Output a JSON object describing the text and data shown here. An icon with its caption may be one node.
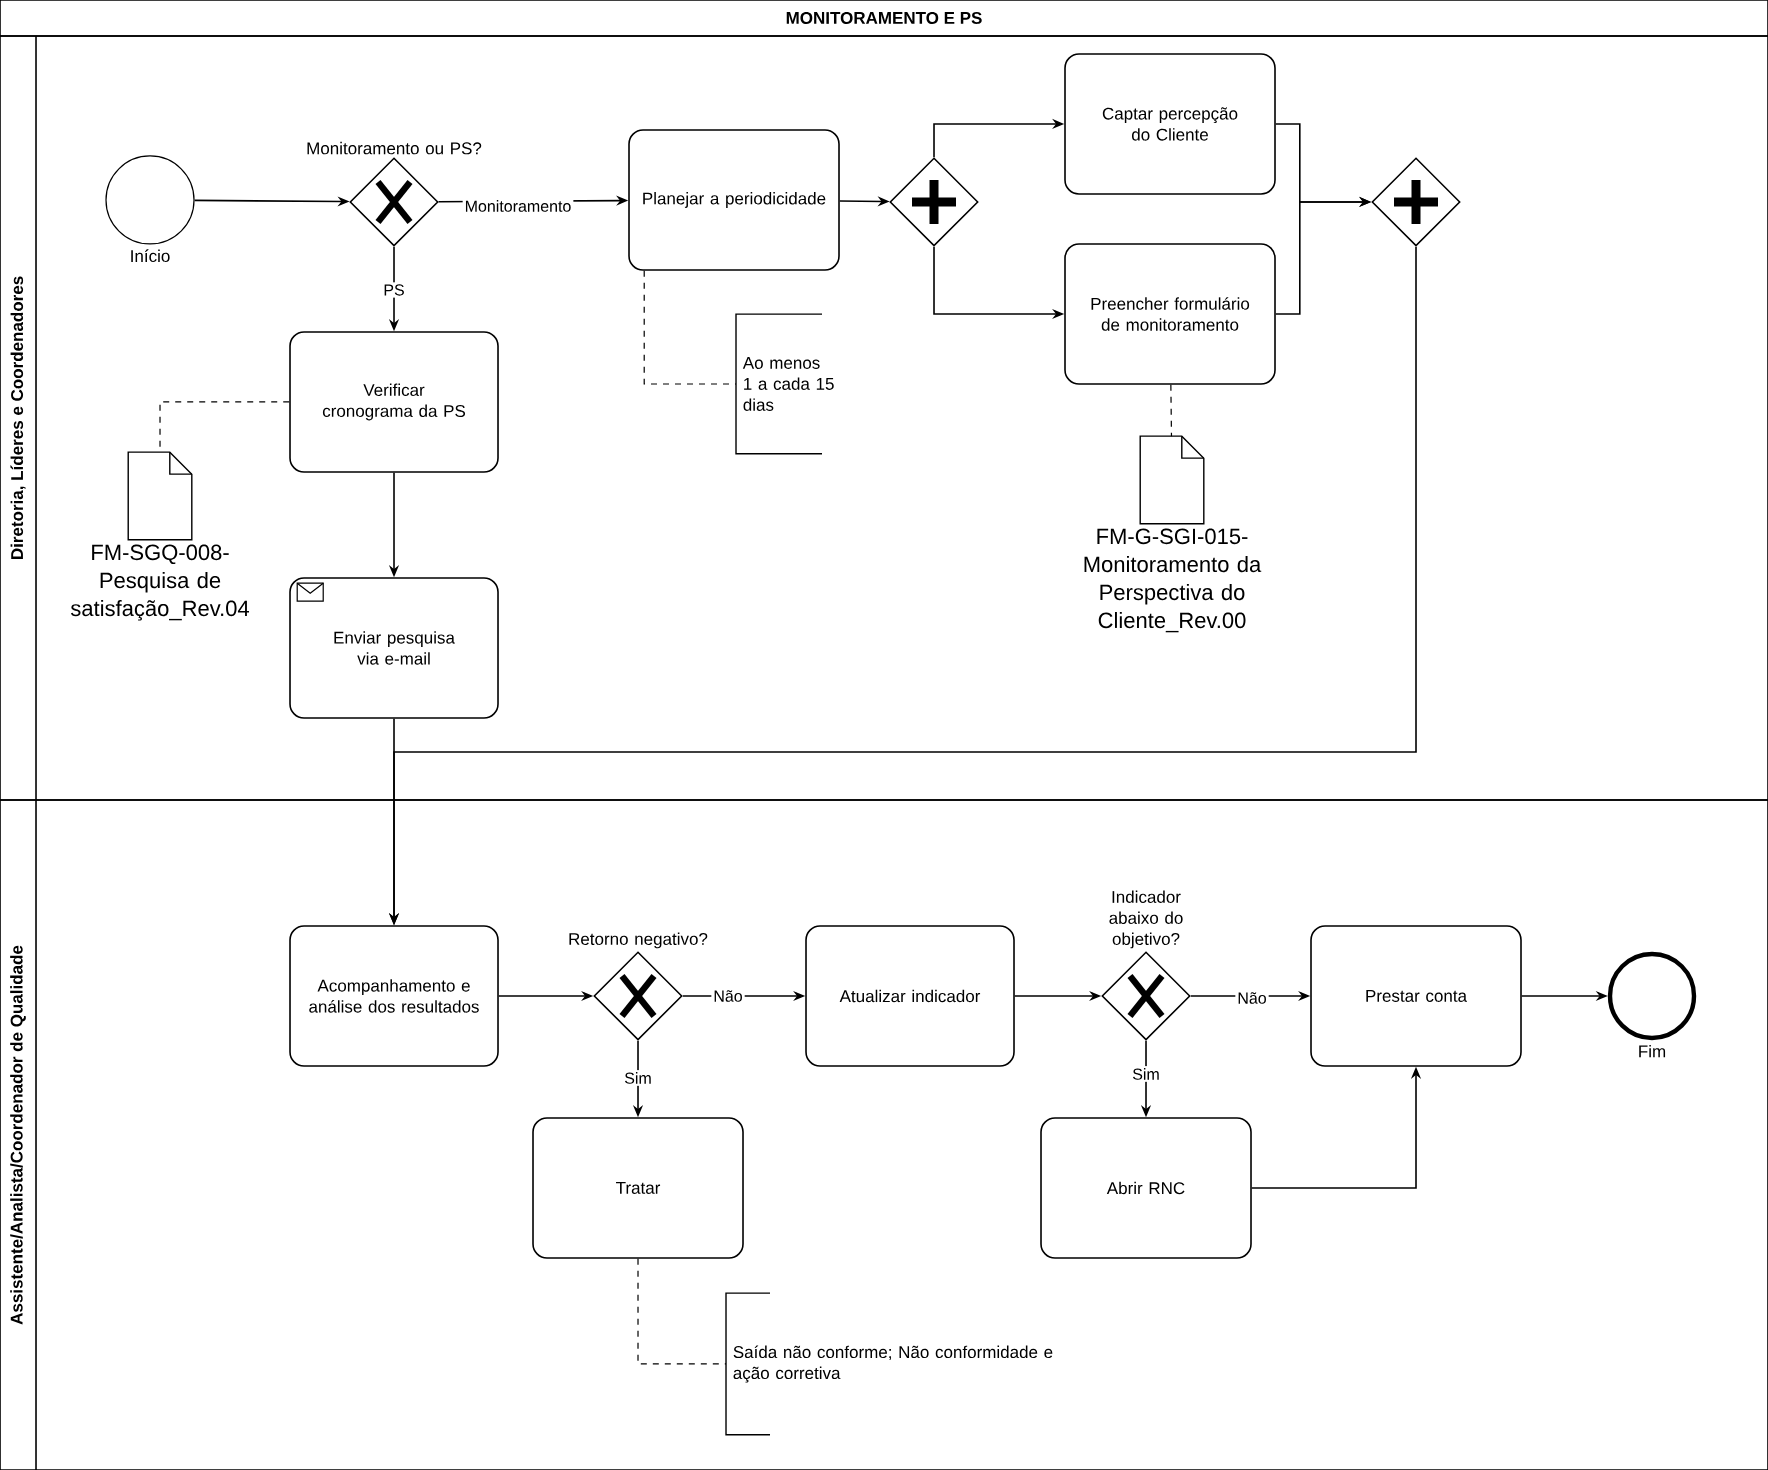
{
  "diagram": {
    "title": "MONITORAMENTO E PS",
    "nodes": [
      {
        "text": [
          "Diretoria, Líderes e Coordenadores"
        ]
      },
      {
        "text": [
          "Assistente/Analista/Coordenador de Qualidade"
        ]
      },
      {
        "text": [],
        "shape": "circle",
        "beside": [
          "Início"
        ],
        "in": 0
      },
      {
        "text": [
          "Monitoramento ou PS?"
        ],
        "in": 0
      },
      {
        "text": [
          "Planejar a periodicidade"
        ],
        "in": 0
      },
      {
        "text": [],
        "shape": "diamond",
        "in": 0
      },
      {
        "text": [
          "Captar percepção do Cliente"
        ],
        "in": 0
      },
      {
        "text": [
          "Preencher formulário de monitoramento"
        ],
        "in": 0
      },
      {
        "text": [],
        "shape": "diamond",
        "in": 0
      },
      {
        "text": [
          "Verificar cronograma da PS"
        ],
        "in": 0
      },
      {
        "text": [
          "Enviar pesquisa via e-mail"
        ],
        "in": 0
      },
      {
        "text": [
          "FM-SGQ-008- Pesquisa de satisfação_Rev.04"
        ],
        "in": 0
      },
      {
        "text": [
          "Ao menos 1 a cada 15 dias"
        ],
        "in": 0
      },
      {
        "text": [
          "FM-G-SGI-015- Monitoramento da Perspectiva do Cliente_Rev.00"
        ],
        "in": 0
      },
      {
        "text": [
          "Acompanhamento e análise dos resultados"
        ],
        "in": 1
      },
      {
        "text": [
          "Retorno negativo?"
        ],
        "in": 1
      },
      {
        "text": [
          "Atualizar indicador"
        ],
        "in": 1
      },
      {
        "text": [
          "Indicador abaixo do objetivo?"
        ],
        "in": 1
      },
      {
        "text": [
          "Prestar conta"
        ],
        "in": 1
      },
      {
        "text": [],
        "shape": "circle",
        "beside": [
          "Fim"
        ],
        "in": 1
      },
      {
        "text": [
          "Tratar"
        ],
        "in": 1
      },
      {
        "text": [
          "Abrir RNC"
        ],
        "in": 1
      },
      {
        "text": [
          "Saída não conforme; Não conformidade e ação corretiva"
        ],
        "in": 1
      }
    ],
    "edges": [
      {
        "from": 2,
        "to": 3,
        "arrow": "to"
      },
      {
        "from": 3,
        "to": 4,
        "arrow": "to",
        "label": "Monitoramento"
      },
      {
        "from": 3,
        "to": 9,
        "arrow": "to",
        "label": "PS"
      },
      {
        "from": 4,
        "to": 5,
        "arrow": "to"
      },
      {
        "from": 5,
        "to": 6,
        "arrow": "to"
      },
      {
        "from": 5,
        "to": 7,
        "arrow": "to"
      },
      {
        "from": 6,
        "to": 8,
        "arrow": "to"
      },
      {
        "from": 7,
        "to": 8,
        "arrow": "to"
      },
      {
        "from": 8,
        "to": 14,
        "arrow": "to"
      },
      {
        "from": 9,
        "to": 10,
        "arrow": "to"
      },
      {
        "from": 10,
        "to": 14,
        "arrow": "to"
      },
      {
        "from": 9,
        "to": 11,
        "arrow": "none",
        "style": "dashed"
      },
      {
        "from": 4,
        "to": 12,
        "arrow": "none",
        "style": "dashed"
      },
      {
        "from": 7,
        "to": 13,
        "arrow": "none",
        "style": "dashed"
      },
      {
        "from": 14,
        "to": 15,
        "arrow": "to"
      },
      {
        "from": 15,
        "to": 16,
        "arrow": "to",
        "label": "Não"
      },
      {
        "from": 15,
        "to": 20,
        "arrow": "to",
        "label": "Sim"
      },
      {
        "from": 16,
        "to": 17,
        "arrow": "to"
      },
      {
        "from": 17,
        "to": 18,
        "arrow": "to",
        "label": "Não"
      },
      {
        "from": 17,
        "to": 21,
        "arrow": "to",
        "label": "Sim"
      },
      {
        "from": 21,
        "to": 18,
        "arrow": "to"
      },
      {
        "from": 18,
        "to": 19,
        "arrow": "to"
      },
      {
        "from": 20,
        "to": 22,
        "arrow": "none",
        "style": "dashed"
      }
    ]
  }
}
